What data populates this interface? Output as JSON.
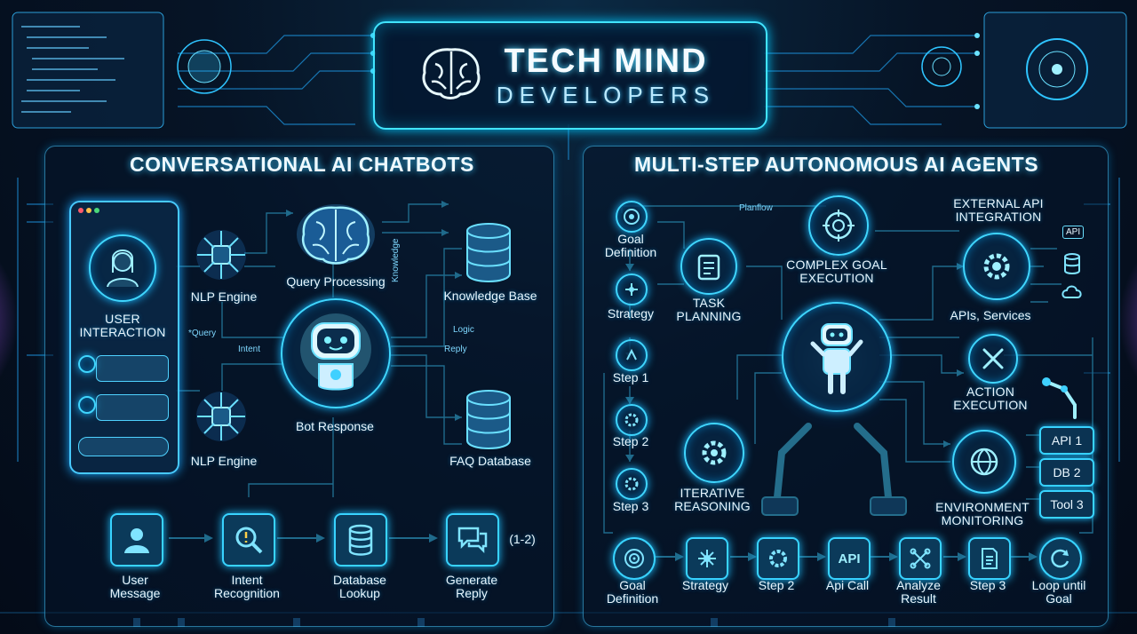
{
  "header": {
    "title": "TECH MIND",
    "subtitle": "DEVELOPERS"
  },
  "left_panel": {
    "title": "CONVERSATIONAL AI CHATBOTS",
    "user_interaction": "USER INTERACTION",
    "nlp_engine_top": "NLP Engine",
    "nlp_engine_bottom": "NLP Engine",
    "query_processing": "Query Processing",
    "knowledge_base": "Knowledge Base",
    "bot_response": "Bot Response",
    "faq_database": "FAQ Database",
    "flow_labels": {
      "query": "*Query",
      "intent": "Intent",
      "logic": "Logic",
      "reply": "Reply",
      "knowledge": "Knowledge"
    },
    "steps": [
      {
        "label": "User Message",
        "icon": "user-icon"
      },
      {
        "label": "Intent Recognition",
        "icon": "magnifier-icon"
      },
      {
        "label": "Database Lookup",
        "icon": "database-icon"
      },
      {
        "label": "Generate Reply",
        "icon": "chat-icon"
      }
    ],
    "timing": "(1-2)"
  },
  "right_panel": {
    "title": "MULTI-STEP AUTONOMOUS AI AGENTS",
    "goal_definition": "Goal Definition",
    "strategy": "Strategy",
    "step1": "Step 1",
    "step2": "Step 2",
    "step3": "Step 3",
    "task_planning": "TASK PLANNING",
    "complex_goal": "COMPLEX GOAL EXECUTION",
    "planflow": "Planflow",
    "external_api": "EXTERNAL API INTEGRATION",
    "apis_services": "APIs, Services",
    "api_badge": "API",
    "action_execution": "ACTION EXECUTION",
    "iterative_reasoning": "ITERATIVE REASONING",
    "environment_monitoring": "ENVIRONMENT MONITORING",
    "tags": [
      "API 1",
      "DB 2",
      "Tool 3"
    ],
    "steps": [
      {
        "label": "Goal Definition",
        "icon": "target-icon"
      },
      {
        "label": "Strategy",
        "icon": "network-icon"
      },
      {
        "label": "Step 2",
        "icon": "gear-icon"
      },
      {
        "label": "Api Call",
        "icon": "api-icon"
      },
      {
        "label": "Analyze Result",
        "icon": "analyze-icon"
      },
      {
        "label": "Step 3",
        "icon": "document-icon"
      },
      {
        "label": "Loop until Goal",
        "icon": "loop-icon"
      }
    ],
    "api_tile_text": "API"
  },
  "colors": {
    "accent": "#38d3ff",
    "background": "#061426",
    "glow": "#00c8ff",
    "purple": "#a35cff"
  }
}
